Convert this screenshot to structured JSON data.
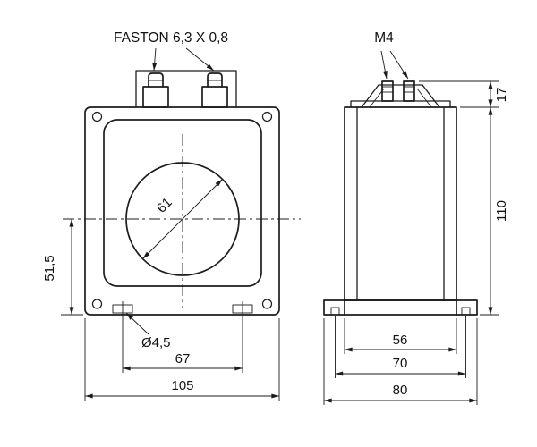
{
  "drawing": {
    "labels": {
      "faston": "FASTON 6,3 X 0,8",
      "m4": "M4"
    },
    "dims": {
      "clamp_height": "17",
      "body_height": "110",
      "center_to_bottom": "51,5",
      "hole_diameter": "61",
      "slot_diameter": "Ø4,5",
      "slot_spacing": "67",
      "front_width": "105",
      "side_body_width": "56",
      "foot_hole_spacing": "70",
      "foot_width": "80"
    },
    "colors": {
      "line": "#1c1c1c",
      "background": "#ffffff"
    }
  }
}
